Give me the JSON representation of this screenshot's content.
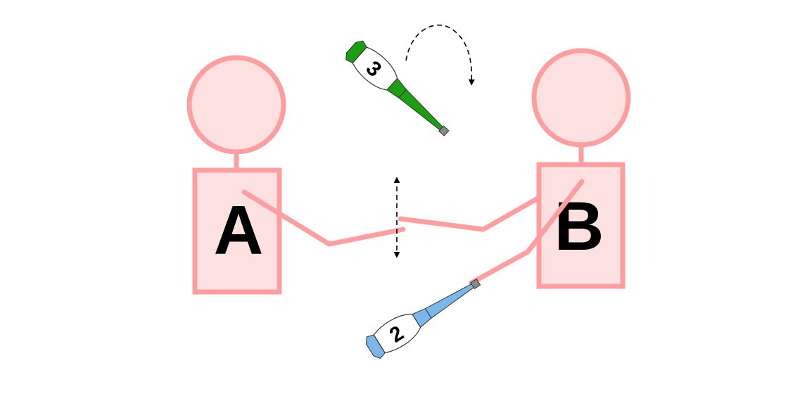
{
  "jugglers": [
    {
      "label": "A"
    },
    {
      "label": "B"
    }
  ],
  "clubs": [
    {
      "number": "3",
      "color": "#1b9e10"
    },
    {
      "number": "2",
      "color": "#7ab8ec"
    }
  ],
  "colors": {
    "person_fill": "#fde0e0",
    "person_stroke": "#ff9ea0",
    "club_cap": "#888888",
    "club_body": "#ffffff"
  },
  "icons": {
    "spin_arrow": "curved-dashed-arrow",
    "height_arrow": "vertical-double-dashed-arrow"
  }
}
